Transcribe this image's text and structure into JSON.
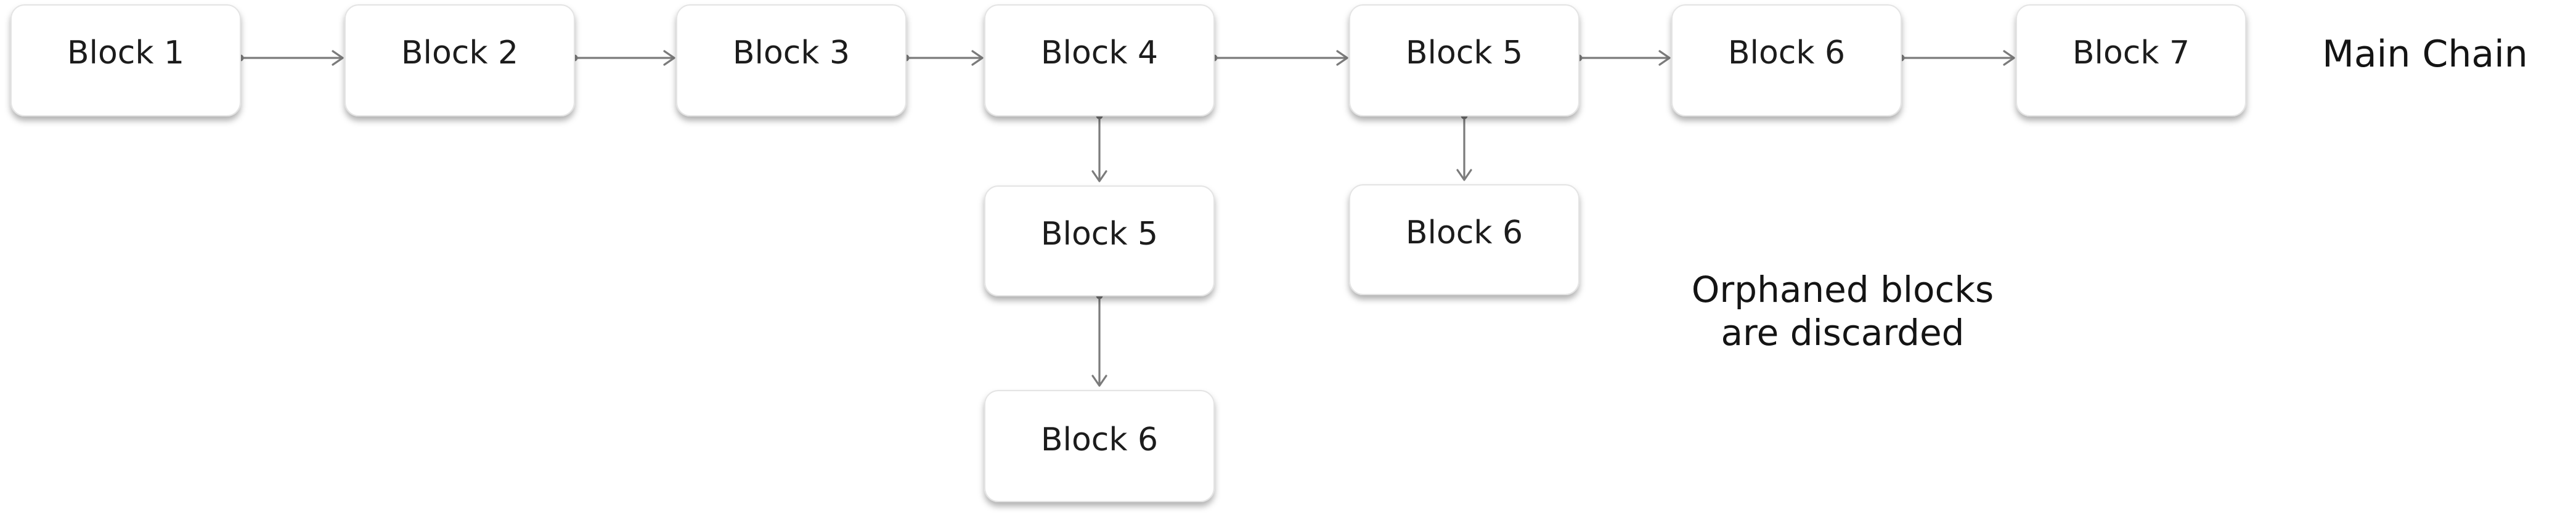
{
  "main_chain": {
    "label": "Main Chain",
    "blocks": [
      {
        "id": "m1",
        "label": "Block 1"
      },
      {
        "id": "m2",
        "label": "Block 2"
      },
      {
        "id": "m3",
        "label": "Block 3"
      },
      {
        "id": "m4",
        "label": "Block 4"
      },
      {
        "id": "m5",
        "label": "Block 5"
      },
      {
        "id": "m6",
        "label": "Block 6"
      },
      {
        "id": "m7",
        "label": "Block 7"
      }
    ]
  },
  "orphans": {
    "note_line1": "Orphaned blocks",
    "note_line2": "are discarded",
    "blocks": [
      {
        "id": "o5a",
        "label": "Block 5"
      },
      {
        "id": "o6a",
        "label": "Block 6"
      },
      {
        "id": "o6b",
        "label": "Block 6"
      }
    ]
  },
  "connections": [
    {
      "from": "m1",
      "to": "m2"
    },
    {
      "from": "m2",
      "to": "m3"
    },
    {
      "from": "m3",
      "to": "m4"
    },
    {
      "from": "m4",
      "to": "m5"
    },
    {
      "from": "m5",
      "to": "m6"
    },
    {
      "from": "m6",
      "to": "m7"
    },
    {
      "from": "m4",
      "to": "o5a"
    },
    {
      "from": "o5a",
      "to": "o6b"
    },
    {
      "from": "m5",
      "to": "o6a"
    }
  ]
}
